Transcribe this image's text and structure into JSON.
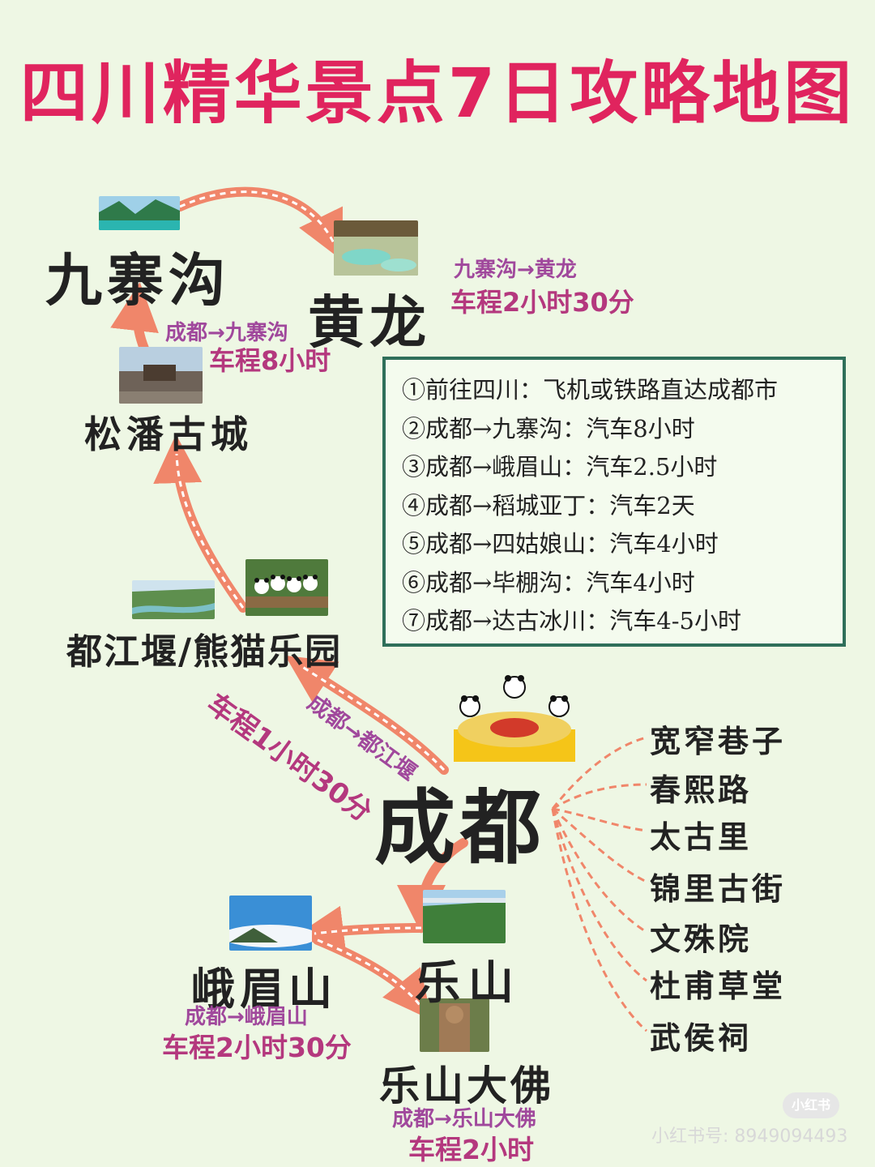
{
  "title": "四川精华景点7日攻略地图",
  "places": {
    "jiuzhaigou": "九寨沟",
    "huanglong": "黄龙",
    "songpan": "松潘古城",
    "dujiangyan": "都江堰/熊猫乐园",
    "chengdu": "成都",
    "leshan": "乐山",
    "emeishan": "峨眉山",
    "leshan_buddha": "乐山大佛"
  },
  "routes": {
    "jzg_hl_route": "九寨沟→黄龙",
    "jzg_hl_time": "车程2小时30分",
    "cd_jzg_route": "成都→九寨沟",
    "cd_jzg_time": "车程8小时",
    "cd_djy_route": "成都→都江堰",
    "cd_djy_time": "车程1小时30分",
    "cd_ems_route": "成都→峨眉山",
    "cd_ems_time": "车程2小时30分",
    "cd_lsdf_route": "成都→乐山大佛",
    "cd_lsdf_time": "车程2小时"
  },
  "info_list": [
    "①前往四川：飞机或铁路直达成都市",
    "②成都→九寨沟：汽车8小时",
    "③成都→峨眉山：汽车2.5小时",
    "④成都→稻城亚丁：汽车2天",
    "⑤成都→四姑娘山：汽车4小时",
    "⑥成都→毕棚沟：汽车4小时",
    "⑦成都→达古冰川：汽车4-5小时"
  ],
  "chengdu_spots": [
    "宽窄巷子",
    "春熙路",
    "太古里",
    "锦里古街",
    "文殊院",
    "杜甫草堂",
    "武侯祠"
  ],
  "watermark": {
    "logo": "小红书",
    "id": "小红书号: 8949094493"
  },
  "colors": {
    "title": "#e0245e",
    "arrow": "#f0866a",
    "route_text": "#a0489c",
    "box_border": "#2f6f5a",
    "background": "#eef7e4"
  }
}
